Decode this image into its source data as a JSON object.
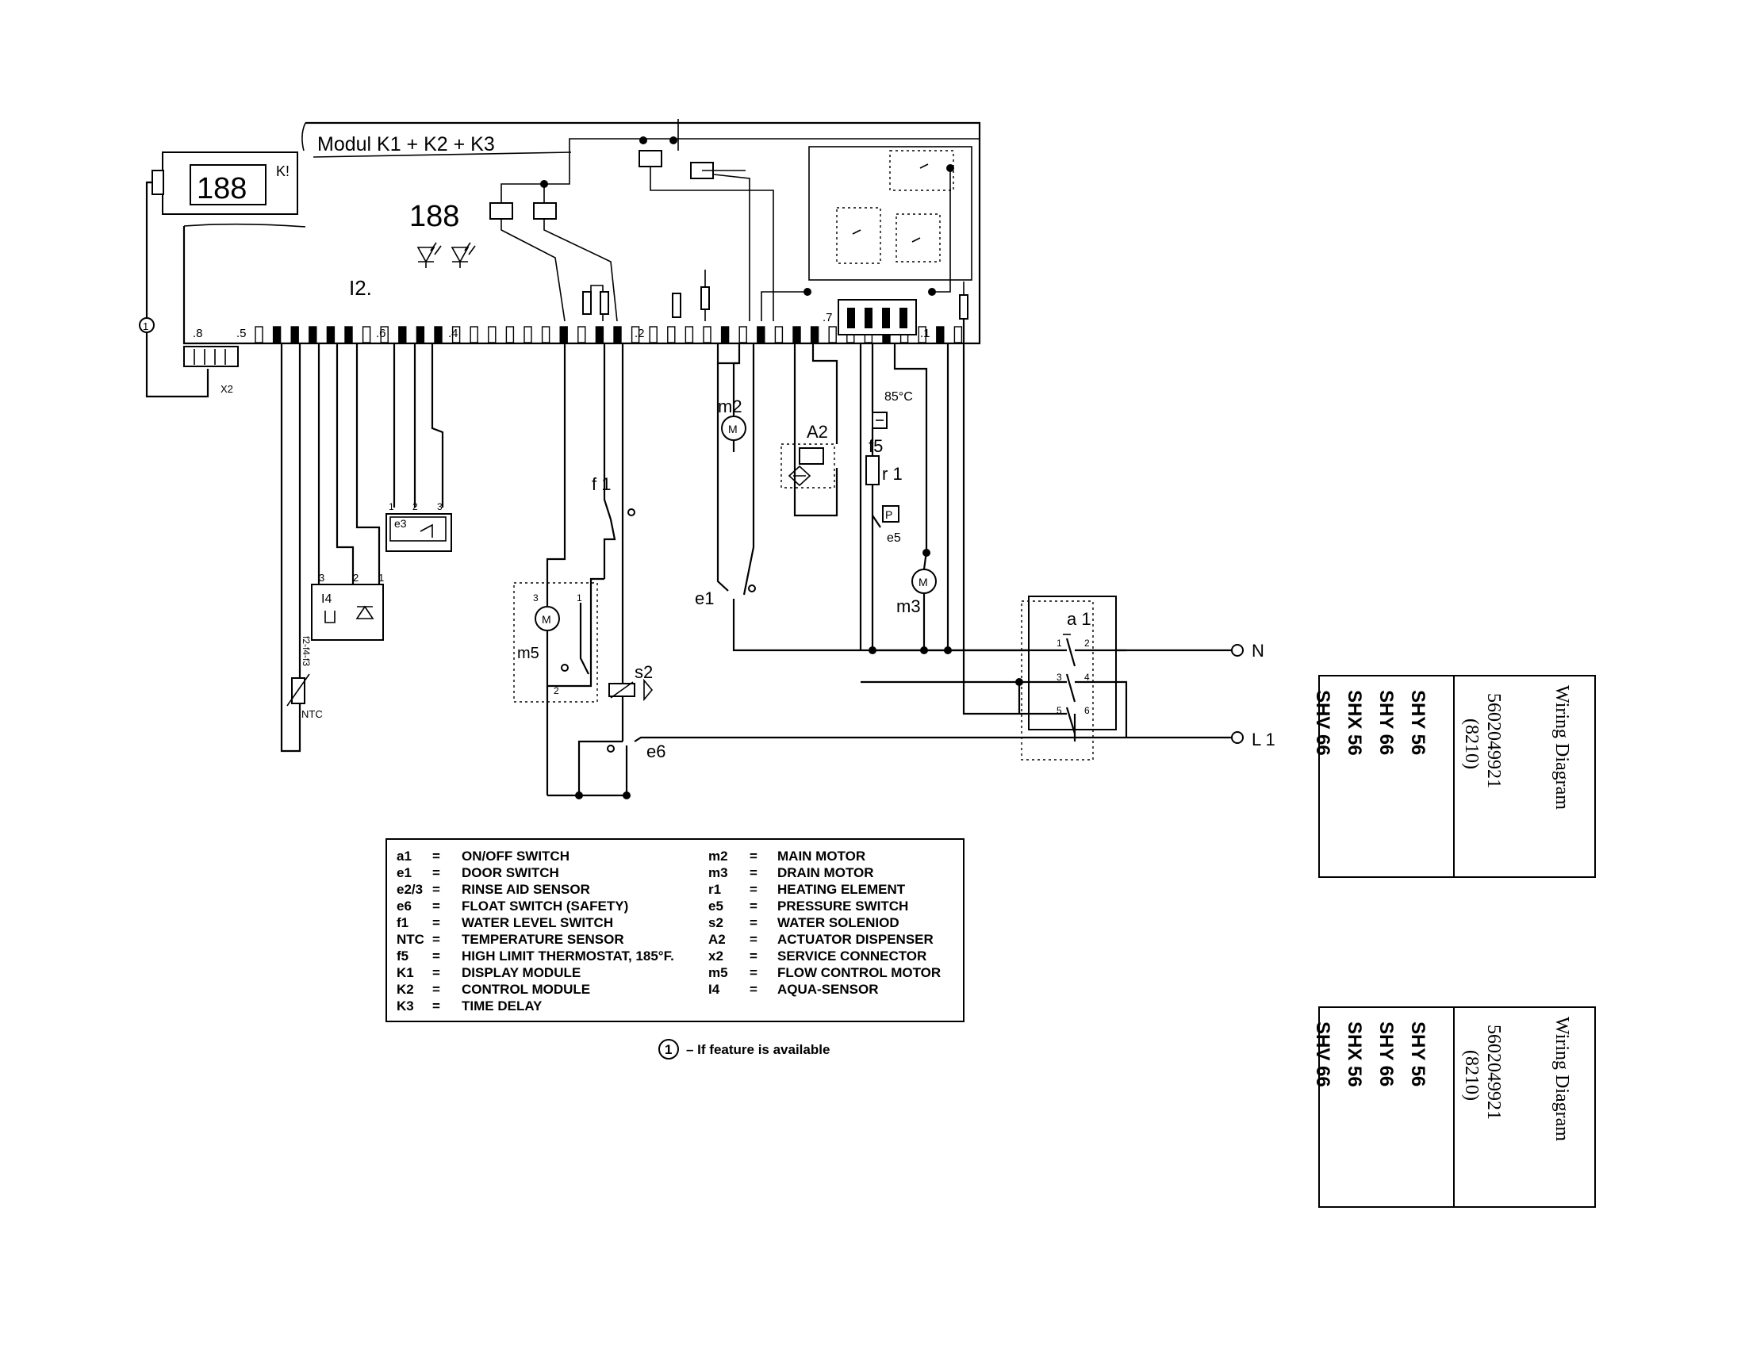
{
  "diagram": {
    "module_header": "Modul K1 + K2 + K3",
    "display_digits": "188",
    "display_label": "K!",
    "board_digits": "188",
    "board_label": "I2.",
    "feature_marker": "1",
    "terminal_labels": [
      ".8",
      ".5",
      ".6",
      ".4",
      ".2",
      ".7",
      ".1"
    ],
    "connector_x2": "X2",
    "components": {
      "m2": "m2",
      "A2": "A2",
      "temp": "85°C",
      "f5": "f5",
      "r1": "r 1",
      "P": "P",
      "e5": "e5",
      "f1": "f 1",
      "e1": "e1",
      "m3": "m3",
      "m5": "m5",
      "s2": "s2",
      "e6": "e6",
      "a1": "a 1",
      "N": "N",
      "L1": "L 1",
      "e3": "e3",
      "I4": "I4",
      "NTC": "NTC",
      "f2": "f2-f4-f3",
      "motor_symbol": "M"
    },
    "switch_pins": [
      "1",
      "2",
      "3",
      "4",
      "5",
      "6"
    ]
  },
  "legend": {
    "left": [
      {
        "code": "a1",
        "eq": "=",
        "desc": "ON/OFF SWITCH"
      },
      {
        "code": "e1",
        "eq": "=",
        "desc": "DOOR SWITCH"
      },
      {
        "code": "e2/3",
        "eq": "=",
        "desc": "RINSE AID SENSOR"
      },
      {
        "code": "e6",
        "eq": "=",
        "desc": "FLOAT SWITCH (SAFETY)"
      },
      {
        "code": "f1",
        "eq": "=",
        "desc": "WATER LEVEL SWITCH"
      },
      {
        "code": "NTC",
        "eq": "=",
        "desc": "TEMPERATURE SENSOR"
      },
      {
        "code": "f5",
        "eq": "=",
        "desc": "HIGH LIMIT THERMOSTAT, 185°F."
      },
      {
        "code": "K1",
        "eq": "=",
        "desc": "DISPLAY MODULE"
      },
      {
        "code": "K2",
        "eq": "=",
        "desc": "CONTROL MODULE"
      },
      {
        "code": "K3",
        "eq": "=",
        "desc": "TIME DELAY"
      }
    ],
    "right": [
      {
        "code": "m2",
        "eq": "=",
        "desc": "MAIN MOTOR"
      },
      {
        "code": "m3",
        "eq": "=",
        "desc": "DRAIN MOTOR"
      },
      {
        "code": "r1",
        "eq": "=",
        "desc": "HEATING ELEMENT"
      },
      {
        "code": "e5",
        "eq": "=",
        "desc": "PRESSURE SWITCH"
      },
      {
        "code": "s2",
        "eq": "=",
        "desc": "WATER SOLENIOD"
      },
      {
        "code": "A2",
        "eq": "=",
        "desc": "ACTUATOR DISPENSER"
      },
      {
        "code": "x2",
        "eq": "=",
        "desc": "SERVICE CONNECTOR"
      },
      {
        "code": "m5",
        "eq": "=",
        "desc": "FLOW CONTROL MOTOR"
      },
      {
        "code": "I4",
        "eq": "=",
        "desc": "AQUA-SENSOR"
      }
    ],
    "footnote_marker": "1",
    "footnote_text": "– If feature is available"
  },
  "title_blocks": [
    {
      "title": "Wiring Diagram",
      "number": "5602049921",
      "code": "(8210)",
      "models": [
        "SHY 56",
        "SHY 66",
        "SHX 56",
        "SHV 66"
      ]
    },
    {
      "title": "Wiring Diagram",
      "number": "5602049921",
      "code": "(8210)",
      "models": [
        "SHY 56",
        "SHY 66",
        "SHX 56",
        "SHV 66"
      ]
    }
  ]
}
